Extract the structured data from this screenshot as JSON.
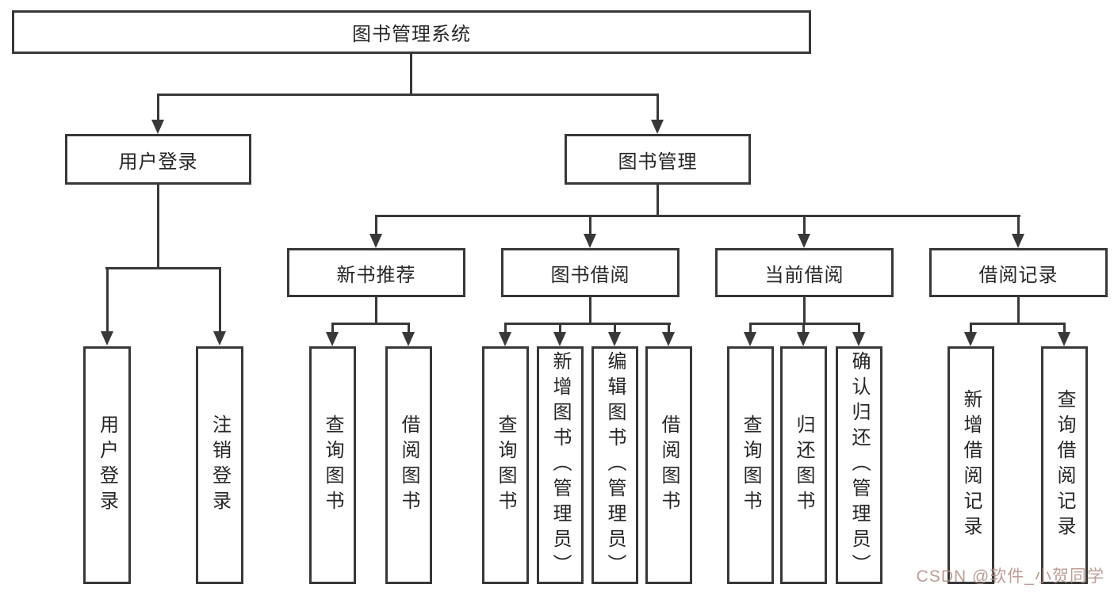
{
  "diagram": {
    "title": "图书管理系统",
    "root": {
      "label": "图书管理系统"
    },
    "branches": [
      {
        "label": "用户登录",
        "children": [
          {
            "label": "用户登录"
          },
          {
            "label": "注销登录"
          }
        ]
      },
      {
        "label": "图书管理",
        "sections": [
          {
            "label": "新书推荐",
            "children": [
              {
                "label": "查询图书"
              },
              {
                "label": "借阅图书"
              }
            ]
          },
          {
            "label": "图书借阅",
            "children": [
              {
                "label": "查询图书"
              },
              {
                "label": "新增图书（管理员）"
              },
              {
                "label": "编辑图书（管理员）"
              },
              {
                "label": "借阅图书"
              }
            ]
          },
          {
            "label": "当前借阅",
            "children": [
              {
                "label": "查询图书"
              },
              {
                "label": "归还图书"
              },
              {
                "label": "确认归还（管理员）"
              }
            ]
          },
          {
            "label": "借阅记录",
            "children": [
              {
                "label": "新增借阅记录"
              },
              {
                "label": "查询借阅记录"
              }
            ]
          }
        ]
      }
    ]
  },
  "watermark": {
    "text": "CSDN @软件_小贺同学"
  },
  "colors": {
    "line": "#383838",
    "text": "#262626",
    "background": "#ffffff",
    "watermark": "#b08d85"
  }
}
